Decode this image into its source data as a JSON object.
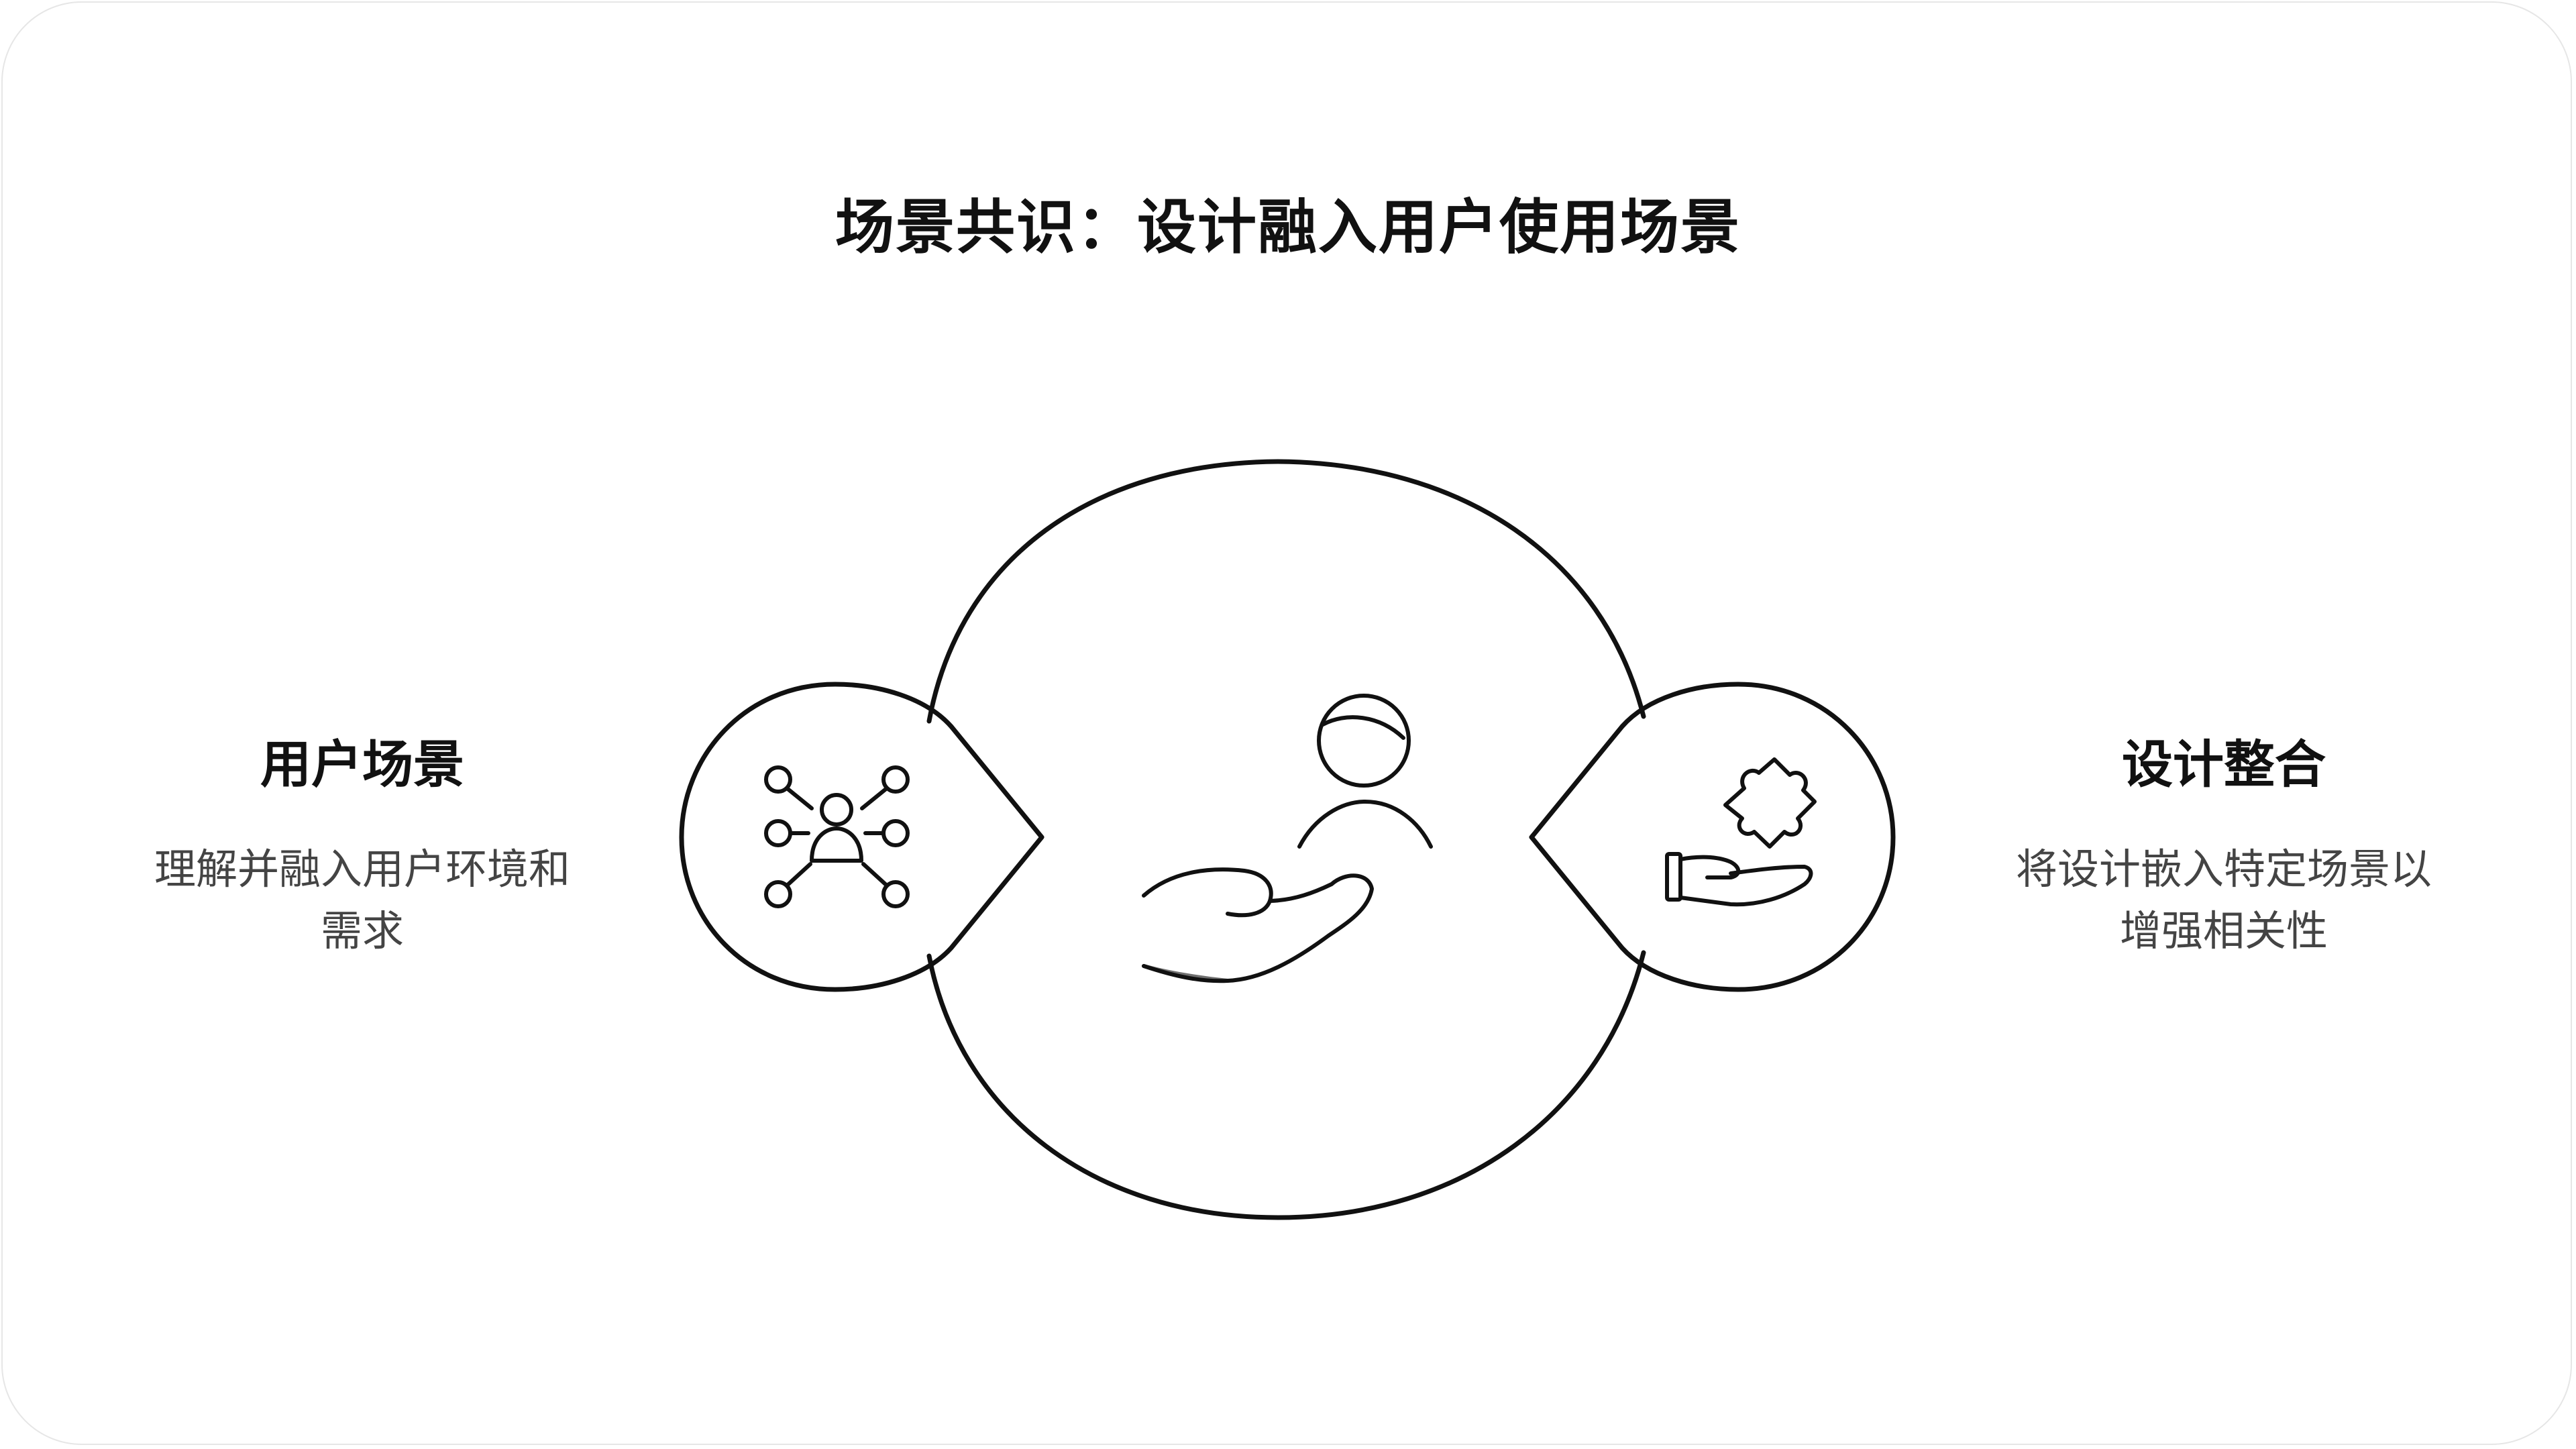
{
  "title": "场景共识：设计融入用户使用场景",
  "left": {
    "heading": "用户场景",
    "description": "理解并融入用户环境和需求"
  },
  "right": {
    "heading": "设计整合",
    "description": "将设计嵌入特定场景以增强相关性"
  },
  "icons": {
    "center": "hand-offering-person-icon",
    "left": "user-network-icon",
    "right": "hand-holding-puzzle-icon"
  },
  "colors": {
    "stroke": "#111111",
    "text": "#111111",
    "description_text": "#444444",
    "background": "#ffffff"
  }
}
